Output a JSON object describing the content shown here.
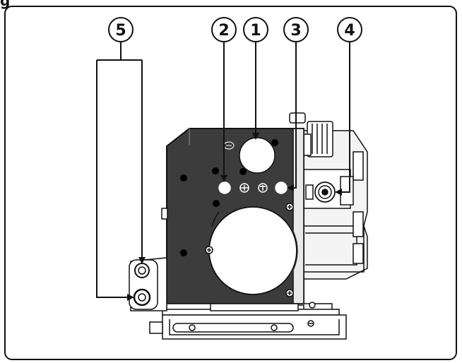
{
  "figure_heading": "g",
  "callouts": [
    "1",
    "2",
    "3",
    "4",
    "5"
  ],
  "colors": {
    "panel": "#3c3c3c",
    "line": "#111111",
    "light": "#ffffff",
    "rule": "#222222"
  }
}
